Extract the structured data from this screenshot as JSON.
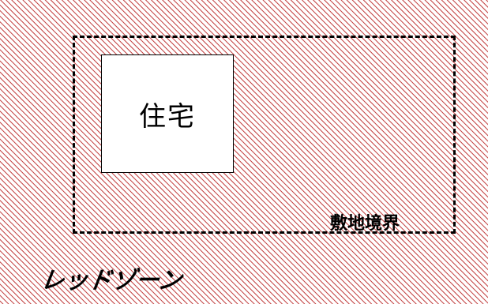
{
  "diagram": {
    "zone_label": "レッドゾーン",
    "boundary_label": "敷地境界",
    "building_label": "住宅"
  },
  "colors": {
    "hatch_line": "#c03a3a",
    "hatch_background": "#ffffff",
    "boundary_line": "#000000",
    "building_fill": "#ffffff",
    "text": "#000000"
  }
}
